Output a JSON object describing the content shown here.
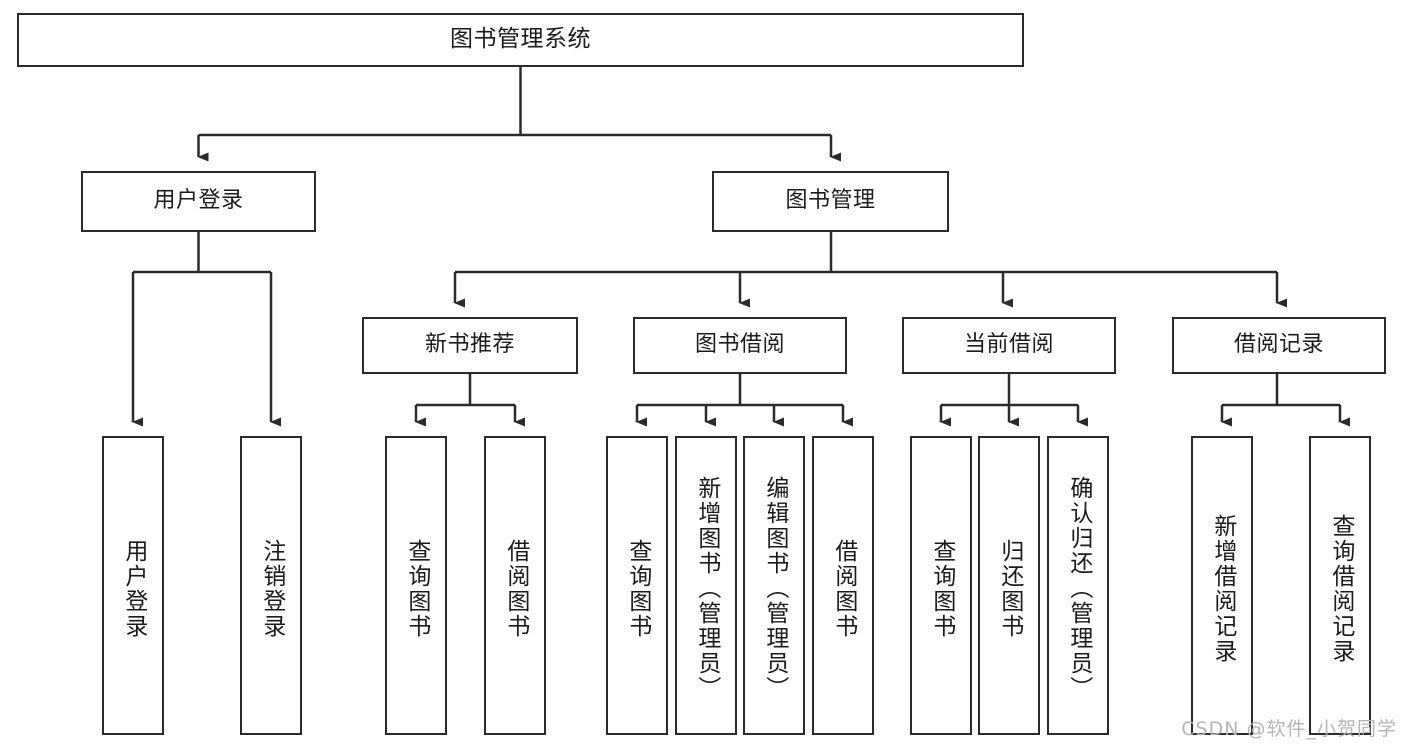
{
  "diagram": {
    "type": "tree",
    "title": "图书管理系统",
    "watermark": "CSDN @软件_小贺同学",
    "colors": {
      "stroke": "#2b2b2b",
      "fill": "#ffffff",
      "text": "#1b1b1b",
      "watermark": "#b6b6b6"
    },
    "nodes": {
      "root": {
        "label": "图书管理系统"
      },
      "level2": [
        {
          "id": "user-login",
          "label": "用户登录"
        },
        {
          "id": "book-management",
          "label": "图书管理"
        }
      ],
      "level3": [
        {
          "id": "new-book-recommend",
          "label": "新书推荐"
        },
        {
          "id": "book-borrow",
          "label": "图书借阅"
        },
        {
          "id": "current-borrow",
          "label": "当前借阅"
        },
        {
          "id": "borrow-record",
          "label": "借阅记录"
        }
      ],
      "leaves": {
        "user_login": [
          {
            "id": "leaf-user-login",
            "label": "用户登录"
          },
          {
            "id": "leaf-logout-login",
            "label": "注销登录"
          }
        ],
        "new_book_recommend": [
          {
            "id": "leaf-query-book-1",
            "label": "查询图书"
          },
          {
            "id": "leaf-borrow-book-1",
            "label": "借阅图书"
          }
        ],
        "book_borrow": [
          {
            "id": "leaf-query-book-2",
            "label": "查询图书"
          },
          {
            "id": "leaf-add-book",
            "label": "新增图书（管理员）"
          },
          {
            "id": "leaf-edit-book",
            "label": "编辑图书（管理员）"
          },
          {
            "id": "leaf-borrow-book-2",
            "label": "借阅图书"
          }
        ],
        "current_borrow": [
          {
            "id": "leaf-query-book-3",
            "label": "查询图书"
          },
          {
            "id": "leaf-return-book",
            "label": "归还图书"
          },
          {
            "id": "leaf-confirm-return",
            "label": "确认归还（管理员）"
          }
        ],
        "borrow_record": [
          {
            "id": "leaf-add-record",
            "label": "新增借阅记录"
          },
          {
            "id": "leaf-query-record",
            "label": "查询借阅记录"
          }
        ]
      }
    }
  }
}
